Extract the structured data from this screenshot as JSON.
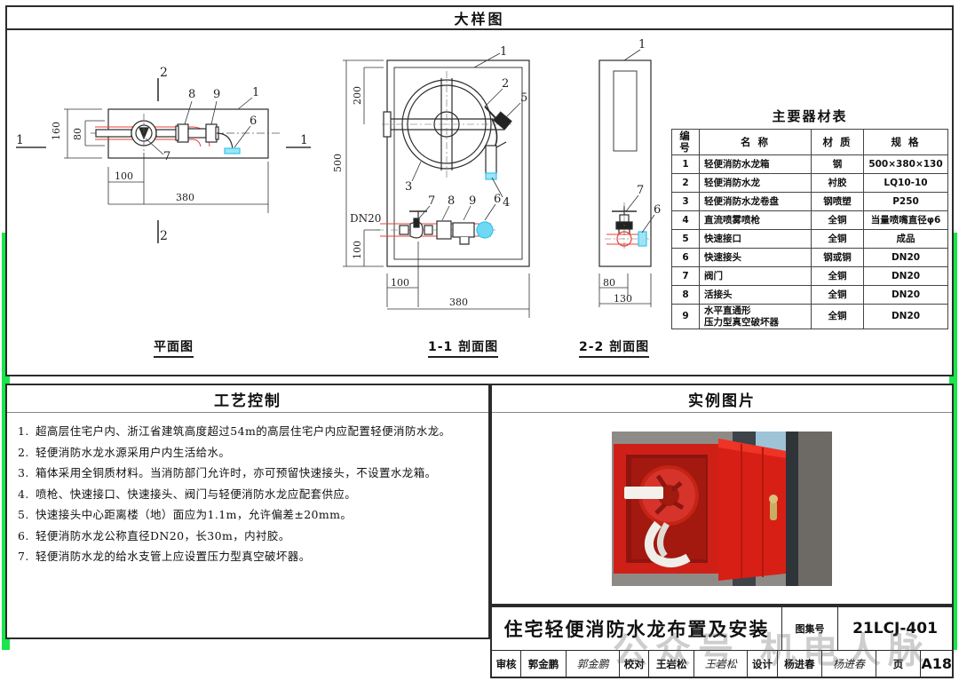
{
  "header": {
    "title": "大样图"
  },
  "panels": {
    "process_title": "工艺控制",
    "photo_title": "实例图片"
  },
  "drawings": {
    "plan_caption": "平面图",
    "section11_caption": "1-1 剖面图",
    "section22_caption": "2-2 剖面图",
    "plan": {
      "dim_160": "160",
      "dim_80": "80",
      "dim_100": "100",
      "dim_380": "380",
      "mark_left": "1",
      "mark_right": "1",
      "mark_top": "2",
      "mark_bottom": "2",
      "leaders": [
        "8",
        "9",
        "1",
        "6",
        "7"
      ]
    },
    "section11": {
      "dim_500": "500",
      "dim_200": "200",
      "dim_100_v": "100",
      "dim_100_h": "100",
      "dim_380": "380",
      "pipe_label": "DN20",
      "leaders": [
        "1",
        "2",
        "5",
        "3",
        "4",
        "7",
        "8",
        "9",
        "6"
      ]
    },
    "section22": {
      "dim_80": "80",
      "dim_130": "130",
      "leaders": [
        "1",
        "7",
        "6"
      ]
    }
  },
  "bom": {
    "title": "主要器材表",
    "columns": [
      "编号",
      "名 称",
      "材 质",
      "规 格"
    ],
    "rows": [
      {
        "no": "1",
        "name": "轻便消防水龙箱",
        "material": "钢",
        "spec": "500×380×130"
      },
      {
        "no": "2",
        "name": "轻便消防水龙",
        "material": "衬胶",
        "spec": "LQ10-10"
      },
      {
        "no": "3",
        "name": "轻便消防水龙卷盘",
        "material": "钢喷塑",
        "spec": "P250"
      },
      {
        "no": "4",
        "name": "直流喷雾喷枪",
        "material": "全铜",
        "spec": "当量喷嘴直径φ6"
      },
      {
        "no": "5",
        "name": "快速接口",
        "material": "全铜",
        "spec": "成品"
      },
      {
        "no": "6",
        "name": "快速接头",
        "material": "钢或铜",
        "spec": "DN20"
      },
      {
        "no": "7",
        "name": "阀门",
        "material": "全铜",
        "spec": "DN20"
      },
      {
        "no": "8",
        "name": "活接头",
        "material": "全铜",
        "spec": "DN20"
      },
      {
        "no": "9",
        "name": "水平直通形\n压力型真空破坏器",
        "material": "全铜",
        "spec": "DN20"
      }
    ]
  },
  "process_control": {
    "items": [
      {
        "num": "1.",
        "text": "超高层住宅户内、浙江省建筑高度超过54m的高层住宅户内应配置轻便消防水龙。"
      },
      {
        "num": "2.",
        "text": "轻便消防水龙水源采用户内生活给水。"
      },
      {
        "num": "3.",
        "text": "箱体采用全铜质材料。当消防部门允许时，亦可预留快速接头，不设置水龙箱。"
      },
      {
        "num": "4.",
        "text": "喷枪、快速接口、快速接头、阀门与轻便消防水龙应配套供应。"
      },
      {
        "num": "5.",
        "text": "快速接头中心距离楼（地）面应为1.1m，允许偏差±20mm。"
      },
      {
        "num": "6.",
        "text": "轻便消防水龙公称直径DN20，长30m，内衬胶。"
      },
      {
        "num": "7.",
        "text": "轻便消防水龙的给水支管上应设置压力型真空破坏器。"
      }
    ]
  },
  "title_block": {
    "drawing_name": "住宅轻便消防水龙布置及安装",
    "atlas_label": "图集号",
    "atlas_number": "21LCJ-401",
    "review_label": "审核",
    "review_name": "郭金鹏",
    "review_signature": "郭金鹏",
    "check_label": "校对",
    "check_name": "王岩松",
    "check_signature": "王岩松",
    "design_label": "设计",
    "design_name": "杨进春",
    "design_signature": "杨进春",
    "page_label": "页",
    "page_number": "A18"
  },
  "watermark": {
    "text": "公众号 机电人脉"
  },
  "colors": {
    "accent_green": "#19e64b",
    "pipe_red": "#e8403a",
    "fitting_cyan": "#35c6ef",
    "box_red": "#cf2018",
    "line": "#2b2b2b"
  }
}
